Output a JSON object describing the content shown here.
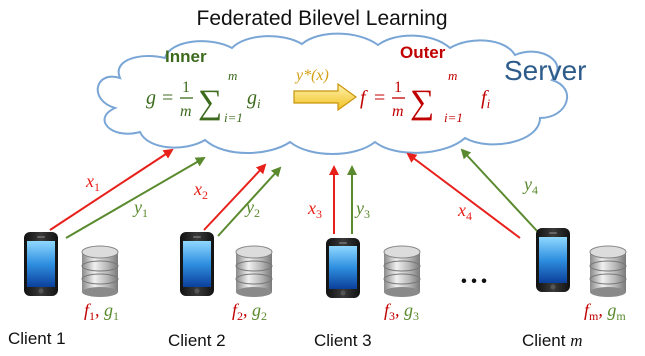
{
  "title": "Federated Bilevel Learning",
  "server": {
    "label": "Server",
    "inner": {
      "heading": "Inner",
      "lhs": "g",
      "frac_num": "1",
      "frac_den": "m",
      "sum_upper": "m",
      "sum_lower": "i=1",
      "term": "g",
      "term_sub": "i",
      "color": "#3d6b1e"
    },
    "transfer": {
      "label": "y*(x)",
      "color": "#d4a017"
    },
    "outer": {
      "heading": "Outer",
      "lhs": "f",
      "frac_num": "1",
      "frac_den": "m",
      "sum_upper": "m",
      "sum_lower": "i=1",
      "term": "f",
      "term_sub": "i",
      "color": "#c00000"
    },
    "label_color": "#2e5c8a"
  },
  "arrow_colors": {
    "down": "#e8201a",
    "up": "#5a8a2e"
  },
  "clients": [
    {
      "name": "Client 1",
      "x_label": "x",
      "x_sub": "1",
      "y_label": "y",
      "y_sub": "1",
      "f_label": "f",
      "f_sub": "1",
      "g_label": "g",
      "g_sub": "1"
    },
    {
      "name": "Client 2",
      "x_label": "x",
      "x_sub": "2",
      "y_label": "y",
      "y_sub": "2",
      "f_label": "f",
      "f_sub": "2",
      "g_label": "g",
      "g_sub": "2"
    },
    {
      "name": "Client 3",
      "x_label": "x",
      "x_sub": "3",
      "y_label": "y",
      "y_sub": "3",
      "f_label": "f",
      "f_sub": "3",
      "g_label": "g",
      "g_sub": "3"
    },
    {
      "name": "Client",
      "name_var": "m",
      "x_label": "x",
      "x_sub": "4",
      "y_label": "y",
      "y_sub": "4",
      "f_label": "f",
      "f_sub": "m",
      "g_label": "g",
      "g_sub": "m"
    }
  ],
  "ellipsis": "• • •"
}
